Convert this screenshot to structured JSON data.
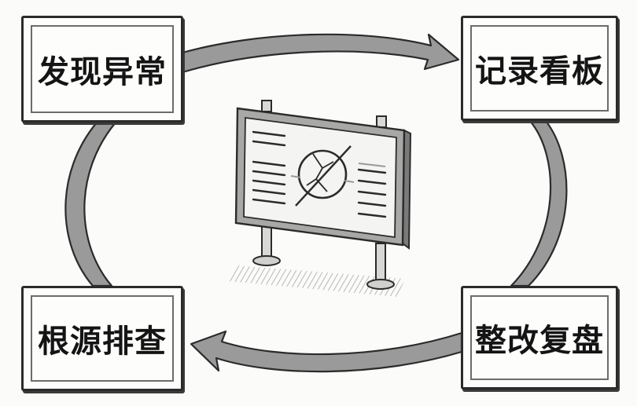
{
  "steps": [
    {
      "id": "discover",
      "label": "发现异常"
    },
    {
      "id": "record",
      "label": "记录看板"
    },
    {
      "id": "review",
      "label": "整改复盘"
    },
    {
      "id": "investigate",
      "label": "根源排查"
    }
  ],
  "colors": {
    "arrow_fill": "#9a9a9a",
    "outline": "#2b2b2b",
    "board_face": "#f4f4f2",
    "board_frame": "#8f8f8f"
  },
  "icons": {
    "center": "signboard-with-crossed-circle-icon"
  }
}
